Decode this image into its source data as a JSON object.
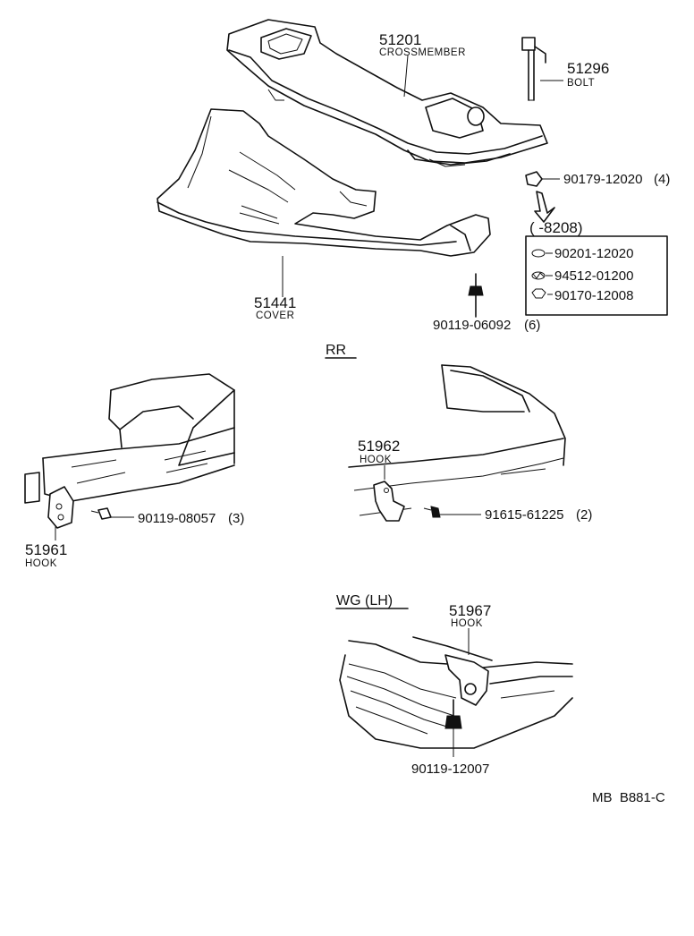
{
  "parts": {
    "crossmember": {
      "number": "51201",
      "name": "CROSSMEMBER"
    },
    "bolt": {
      "number": "51296",
      "name": "BOLT"
    },
    "cover": {
      "number": "51441",
      "name": "COVER"
    },
    "nut_top": {
      "number": "90179-12020",
      "qty": "(4)"
    },
    "date_range": "(    -8208)",
    "kit_items": [
      "90201-12020",
      "94512-01200",
      "90170-12008"
    ],
    "bolt_cover": {
      "number": "90119-06092",
      "qty": "(6)"
    },
    "hook_61": {
      "number": "51961",
      "name": "HOOK"
    },
    "bolt_hook_61": {
      "number": "90119-08057",
      "qty": "(3)"
    },
    "hook_62": {
      "number": "51962",
      "name": "HOOK"
    },
    "bolt_hook_62": {
      "number": "91615-61225",
      "qty": "(2)"
    },
    "hook_67": {
      "number": "51967",
      "name": "HOOK"
    },
    "bolt_hook_67": {
      "number": "90119-12007"
    }
  },
  "sections": {
    "rr": "RR",
    "wg": "WG (LH)"
  },
  "footer": {
    "code": "MB  B881-C"
  }
}
